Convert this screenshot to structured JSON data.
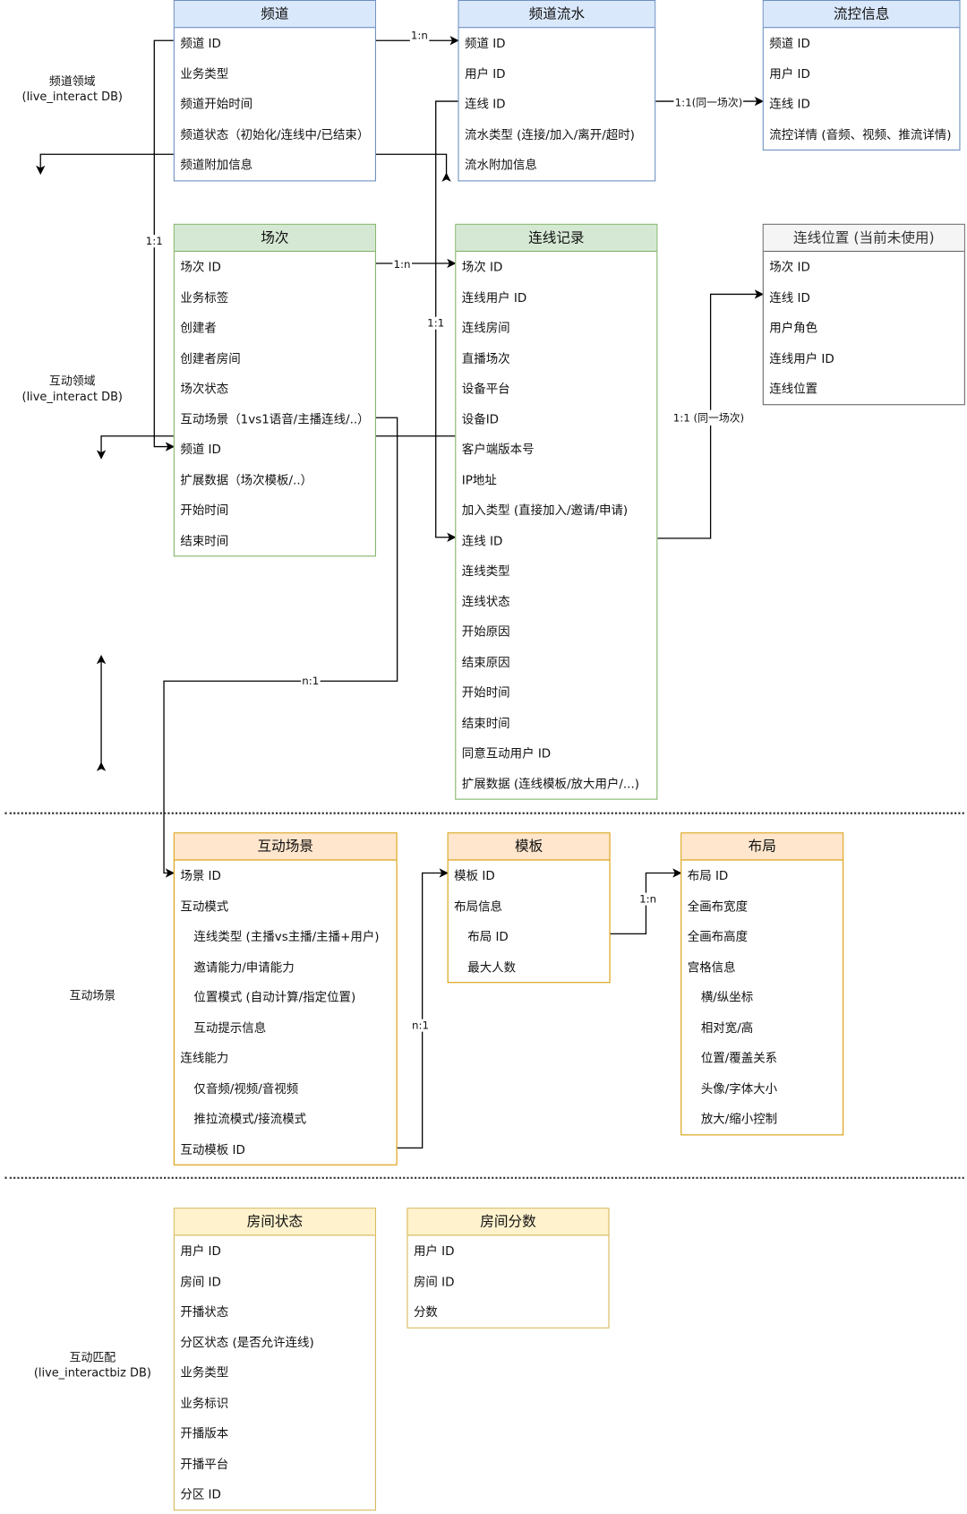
{
  "domains": [
    {
      "name": "频道领域",
      "db": "(live_interact DB)"
    },
    {
      "name": "互动领域",
      "db": "(live_interact DB)"
    },
    {
      "name": "互动场景",
      "db": ""
    },
    {
      "name": "互动匹配",
      "db": "(live_interactbiz DB)"
    }
  ],
  "tables": [
    {
      "title": "频道",
      "theme": "blue",
      "rows": [
        {
          "t": "频道 ID"
        },
        {
          "t": "业务类型"
        },
        {
          "t": "频道开始时间"
        },
        {
          "t": "频道状态（初始化/连线中/已结束）"
        },
        {
          "t": "频道附加信息"
        }
      ]
    },
    {
      "title": "频道流水",
      "theme": "blue",
      "rows": [
        {
          "t": "频道 ID"
        },
        {
          "t": "用户 ID"
        },
        {
          "t": "连线 ID"
        },
        {
          "t": "流水类型 (连接/加入/离开/超时)"
        },
        {
          "t": "流水附加信息"
        }
      ]
    },
    {
      "title": "流控信息",
      "theme": "blue",
      "rows": [
        {
          "t": "频道 ID"
        },
        {
          "t": "用户 ID"
        },
        {
          "t": "连线 ID"
        },
        {
          "t": "流控详情 (音频、视频、推流详情)"
        }
      ]
    },
    {
      "title": "场次",
      "theme": "green",
      "rows": [
        {
          "t": "场次 ID"
        },
        {
          "t": "业务标签"
        },
        {
          "t": "创建者"
        },
        {
          "t": "创建者房间"
        },
        {
          "t": "场次状态"
        },
        {
          "t": "互动场景（1vs1语音/主播连线/..）"
        },
        {
          "t": "频道 ID"
        },
        {
          "t": "扩展数据（场次模板/..）"
        },
        {
          "t": "开始时间"
        },
        {
          "t": "结束时间"
        }
      ]
    },
    {
      "title": "连线记录",
      "theme": "green",
      "rows": [
        {
          "t": "场次 ID"
        },
        {
          "t": "连线用户 ID"
        },
        {
          "t": "连线房间"
        },
        {
          "t": "直播场次"
        },
        {
          "t": "设备平台"
        },
        {
          "t": "设备ID"
        },
        {
          "t": "客户端版本号"
        },
        {
          "t": "IP地址"
        },
        {
          "t": "加入类型 (直接加入/邀请/申请)"
        },
        {
          "t": "连线 ID"
        },
        {
          "t": "连线类型"
        },
        {
          "t": "连线状态"
        },
        {
          "t": "开始原因"
        },
        {
          "t": "结束原因"
        },
        {
          "t": "开始时间"
        },
        {
          "t": "结束时间"
        },
        {
          "t": "同意互动用户 ID"
        },
        {
          "t": "扩展数据 (连线模板/放大用户/...)"
        }
      ]
    },
    {
      "title": "连线位置 (当前未使用)",
      "theme": "gray",
      "rows": [
        {
          "t": "场次 ID"
        },
        {
          "t": "连线 ID"
        },
        {
          "t": "用户角色"
        },
        {
          "t": "连线用户 ID"
        },
        {
          "t": "连线位置"
        }
      ]
    },
    {
      "title": "互动场景",
      "theme": "orange",
      "rows": [
        {
          "t": "场景 ID"
        },
        {
          "t": "互动模式"
        },
        {
          "t": "连线类型 (主播vs主播/主播+用户)",
          "indent": true
        },
        {
          "t": "邀请能力/申请能力",
          "indent": true
        },
        {
          "t": "位置模式 (自动计算/指定位置)",
          "indent": true
        },
        {
          "t": "互动提示信息",
          "indent": true
        },
        {
          "t": "连线能力"
        },
        {
          "t": "仅音频/视频/音视频",
          "indent": true
        },
        {
          "t": "推拉流模式/接流模式",
          "indent": true
        },
        {
          "t": "互动模板 ID"
        }
      ]
    },
    {
      "title": "模板",
      "theme": "orange",
      "rows": [
        {
          "t": "模板 ID"
        },
        {
          "t": "布局信息"
        },
        {
          "t": "布局 ID",
          "indent": true
        },
        {
          "t": "最大人数",
          "indent": true
        }
      ]
    },
    {
      "title": "布局",
      "theme": "orange",
      "rows": [
        {
          "t": "布局 ID"
        },
        {
          "t": "全画布宽度"
        },
        {
          "t": "全画布高度"
        },
        {
          "t": "宫格信息"
        },
        {
          "t": "横/纵坐标",
          "indent": true
        },
        {
          "t": "相对宽/高",
          "indent": true
        },
        {
          "t": "位置/覆盖关系",
          "indent": true
        },
        {
          "t": "头像/字体大小",
          "indent": true
        },
        {
          "t": "放大/缩小控制",
          "indent": true
        }
      ]
    },
    {
      "title": "房间状态",
      "theme": "yellow",
      "rows": [
        {
          "t": "用户 ID"
        },
        {
          "t": "房间 ID"
        },
        {
          "t": "开播状态"
        },
        {
          "t": "分区状态 (是否允许连线)"
        },
        {
          "t": "业务类型"
        },
        {
          "t": "业务标识"
        },
        {
          "t": "开播版本"
        },
        {
          "t": "开播平台"
        },
        {
          "t": "分区 ID"
        }
      ]
    },
    {
      "title": "房间分数",
      "theme": "yellow",
      "rows": [
        {
          "t": "用户 ID"
        },
        {
          "t": "房间 ID"
        },
        {
          "t": "分数"
        }
      ]
    }
  ],
  "relations": [
    {
      "label": "1:n"
    },
    {
      "label": "1:1"
    },
    {
      "label": "1:n"
    },
    {
      "label": "1:1"
    },
    {
      "label": "1:1(同一场次)"
    },
    {
      "label": "1:1 (同一场次)"
    },
    {
      "label": "n:1"
    },
    {
      "label": "n:1"
    },
    {
      "label": "1:n"
    }
  ]
}
